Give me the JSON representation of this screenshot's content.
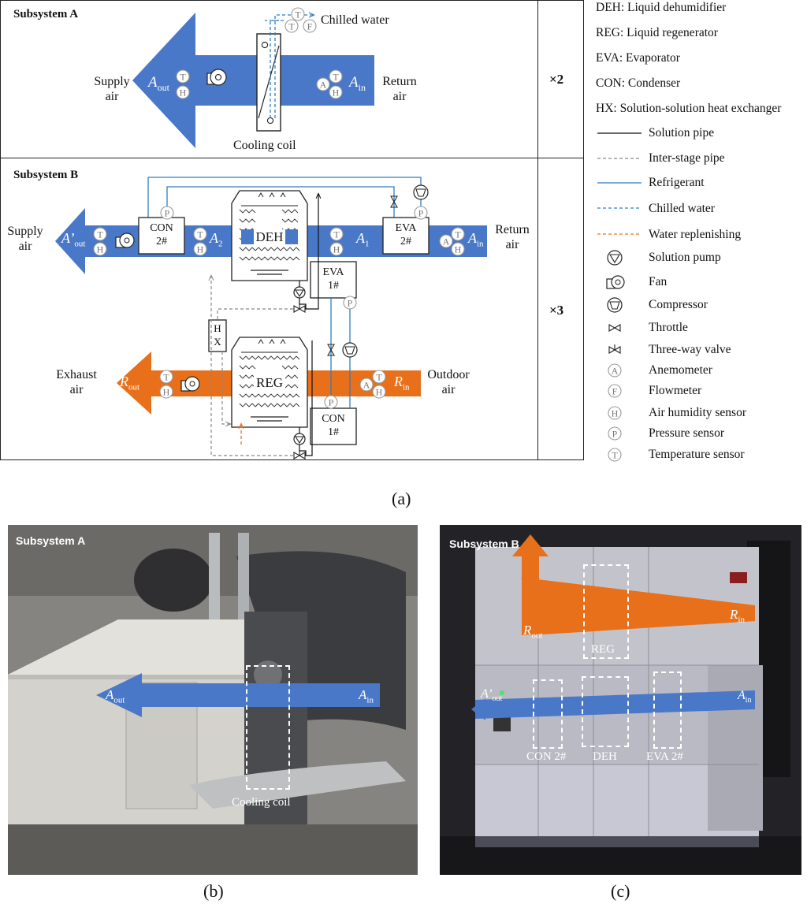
{
  "panel_a": {
    "subsystem_a": {
      "title": "Subsystem A",
      "supply_air": "Supply\nair",
      "return_air": "Return\nair",
      "a_out": "A",
      "a_out_sub": "out",
      "a_in": "A",
      "a_in_sub": "in",
      "chilled_water": "Chilled water",
      "cooling_coil": "Cooling coil",
      "multiplier": "×2"
    },
    "subsystem_b": {
      "title": "Subsystem B",
      "supply_air": "Supply\nair",
      "return_air": "Return\nair",
      "exhaust_air": "Exhaust\nair",
      "outdoor_air": "Outdoor\nair",
      "a_out": "A’",
      "a_out_sub": "out",
      "a2": "A",
      "a2_sub": "2",
      "a1": "A",
      "a1_sub": "1",
      "a_in": "A",
      "a_in_sub": "in",
      "r_out": "R",
      "r_out_sub": "out",
      "r_in": "R",
      "r_in_sub": "in",
      "con2": "CON\n2#",
      "con1": "CON\n1#",
      "eva2": "EVA\n2#",
      "eva1": "EVA\n1#",
      "deh": "DEH",
      "reg": "REG",
      "hx": "H\nX",
      "multiplier": "×3"
    },
    "caption": "(a)"
  },
  "legend": {
    "abbreviations": [
      "DEH: Liquid dehumidifier",
      "REG: Liquid regenerator",
      "EVA: Evaporator",
      "CON: Condenser",
      "HX: Solution-solution heat exchanger"
    ],
    "lines": [
      {
        "label": "Solution pipe",
        "style": "solid",
        "color": "#111111"
      },
      {
        "label": "Inter-stage pipe",
        "style": "dashed",
        "color": "#888888"
      },
      {
        "label": "Refrigerant",
        "style": "solid",
        "color": "#2f7ec2"
      },
      {
        "label": "Chilled water",
        "style": "dashed",
        "color": "#2f7ec2"
      },
      {
        "label": "Water replenishing",
        "style": "dashed",
        "color": "#e87722"
      }
    ],
    "symbols": [
      {
        "label": "Solution pump",
        "icon": "solution-pump-icon"
      },
      {
        "label": "Fan",
        "icon": "fan-icon"
      },
      {
        "label": "Compressor",
        "icon": "compressor-icon"
      },
      {
        "label": "Throttle",
        "icon": "throttle-icon"
      },
      {
        "label": "Three-way valve",
        "icon": "three-way-valve-icon"
      },
      {
        "label": "Anemometer",
        "icon": "anemometer-icon",
        "letter": "A"
      },
      {
        "label": "Flowmeter",
        "icon": "flowmeter-icon",
        "letter": "F"
      },
      {
        "label": "Air humidity sensor",
        "icon": "humidity-sensor-icon",
        "letter": "H"
      },
      {
        "label": "Pressure sensor",
        "icon": "pressure-sensor-icon",
        "letter": "P"
      },
      {
        "label": "Temperature sensor",
        "icon": "temperature-sensor-icon",
        "letter": "T"
      }
    ]
  },
  "panel_b": {
    "label": "Subsystem A",
    "a_out": "A",
    "a_out_sub": "out",
    "a_in": "A",
    "a_in_sub": "in",
    "cooling_coil": "Cooling coil",
    "caption": "(b)"
  },
  "panel_c": {
    "label": "Subsystem B",
    "r_out": "R",
    "r_out_sub": "out",
    "r_in": "R",
    "r_in_sub": "in",
    "reg": "REG",
    "a_out": "A’",
    "a_out_sub": "out",
    "a_in": "A",
    "a_in_sub": "in",
    "con2": "CON 2#",
    "deh": "DEH",
    "eva2": "EVA 2#",
    "caption": "(c)"
  },
  "colors": {
    "air_blue": "#4a78c8",
    "exhaust_orange": "#e8701a",
    "refrigerant": "#2f7ec2",
    "chilled_water": "#2f7ec2",
    "inter_stage": "#888888",
    "water_replenishing": "#e87722",
    "sensor_gray": "#9a9a9a"
  }
}
